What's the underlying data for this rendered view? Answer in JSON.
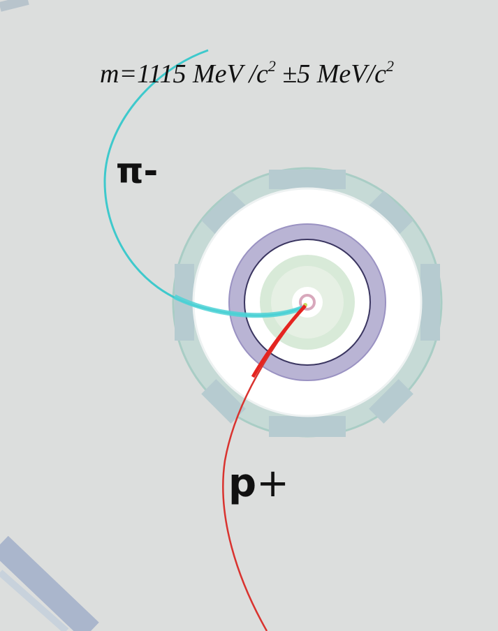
{
  "mass_label": {
    "prefix": "m=1115 MeV /c",
    "exp1": "2",
    "middle": " ±5 MeV/c",
    "exp2": "2"
  },
  "particles": {
    "pion": "π-",
    "proton_symbol": "p",
    "proton_charge": "+"
  },
  "colors": {
    "background": "#dcdedd",
    "pion_track": "#3ec9cc",
    "proton_track": "#d9332f",
    "outer_ring": "#bcd6d0",
    "inner_band": "#b9b4d4",
    "core": "#d6e8d6"
  }
}
